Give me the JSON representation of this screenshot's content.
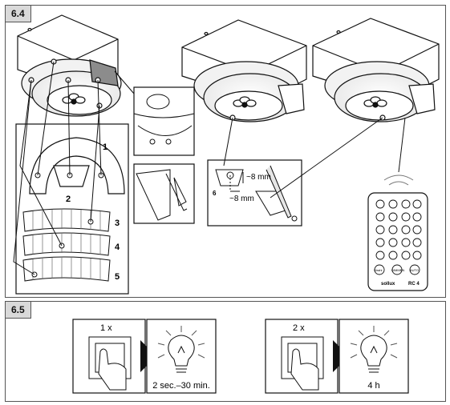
{
  "sections": [
    {
      "tag": "6.4"
    },
    {
      "tag": "6.5"
    }
  ],
  "diagram_6_4": {
    "parts": [
      "1",
      "2",
      "3",
      "4",
      "5"
    ],
    "notch_label": "6",
    "dimension_h": "~8 mm",
    "dimension_v": "~8 mm",
    "remote": {
      "brand": "sollux",
      "model": "RC 4",
      "bottom_buttons": [
        "Strahl",
        "DIMMEN",
        "AUTO"
      ]
    }
  },
  "diagram_6_5": {
    "step1": {
      "presses": "1 x",
      "duration": "2 sec.–30 min."
    },
    "step2": {
      "presses": "2 x",
      "duration": "4 h"
    }
  },
  "colors": {
    "frame": "#555555",
    "tag_bg": "#d9d9d9",
    "sensor_highlight": "#8c8c8c"
  }
}
